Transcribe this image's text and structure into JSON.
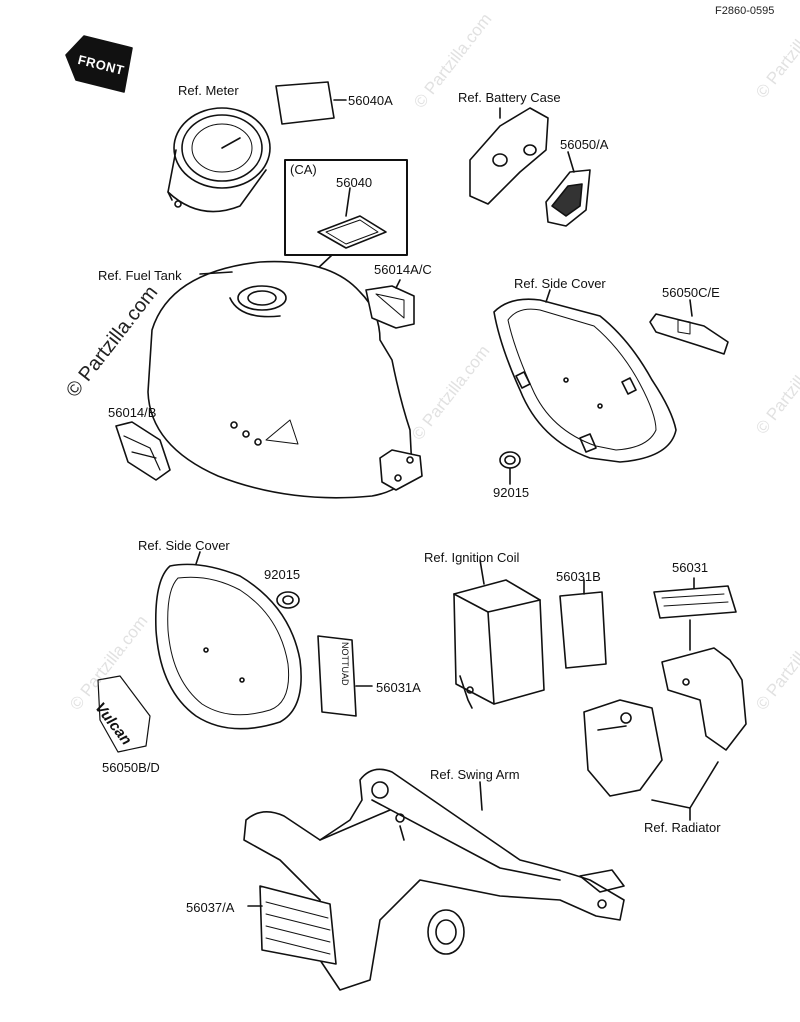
{
  "diagram_code": "F2860-0595",
  "watermark": "© Partzilla.com",
  "front_label": "FRONT",
  "emblem_text": "Vulcan",
  "inset_box_label": "(CA)",
  "tag_text": "NOTTUAD",
  "labels": {
    "ref_meter": "Ref. Meter",
    "ref_battery_case": "Ref. Battery Case",
    "ref_fuel_tank": "Ref. Fuel Tank",
    "ref_side_cover_right": "Ref. Side Cover",
    "ref_side_cover_left": "Ref. Side Cover",
    "ref_ignition_coil": "Ref. Ignition Coil",
    "ref_swing_arm": "Ref. Swing Arm",
    "ref_radiator": "Ref. Radiator"
  },
  "parts": {
    "p56040A": "56040A",
    "p56040": "56040",
    "p56050_A": "56050/A",
    "p56014A_C": "56014A/C",
    "p56050C_E": "56050C/E",
    "p56014_B": "56014/B",
    "p92015_right": "92015",
    "p92015_left": "92015",
    "p56031B": "56031B",
    "p56031": "56031",
    "p56031A": "56031A",
    "p56050B_D": "56050B/D",
    "p56037_A": "56037/A"
  }
}
